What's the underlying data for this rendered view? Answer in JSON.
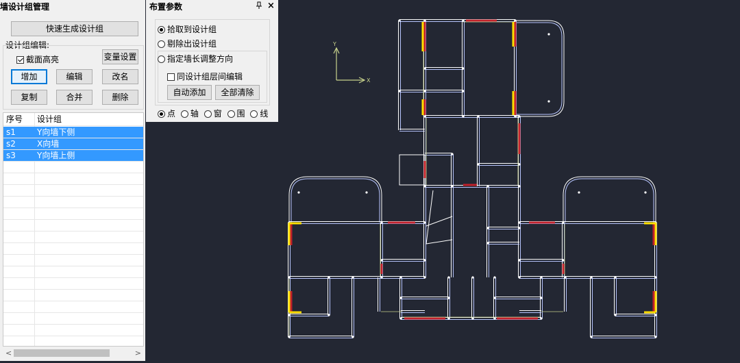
{
  "left_panel": {
    "title": "墙设计组管理",
    "quick_generate": "快速生成设计组",
    "edit_group_label": "设计组编辑:",
    "highlight_checkbox": "截面高亮",
    "variable_settings": "变量设置",
    "buttons": {
      "add": "增加",
      "edit": "编辑",
      "rename": "改名",
      "copy": "复制",
      "merge": "合并",
      "delete": "删除"
    },
    "table": {
      "headers": [
        "序号",
        "设计组"
      ],
      "rows": [
        {
          "id": "s1",
          "name": "Y向墙下侧"
        },
        {
          "id": "s2",
          "name": "X向墙"
        },
        {
          "id": "s3",
          "name": "Y向墙上侧"
        }
      ]
    }
  },
  "right_panel": {
    "title": "布置参数",
    "pin": "ᵃ",
    "close": "×",
    "radio_pick": "拾取到设计组",
    "radio_remove": "剔除出设计组",
    "radio_direction": "指定墙长调整方向",
    "same_layer_checkbox": "同设计组层间编辑",
    "auto_add": "自动添加",
    "clear_all": "全部清除",
    "mode_options": [
      "点",
      "轴",
      "窗",
      "围",
      "线"
    ]
  },
  "cad": {
    "axis_y": "Y",
    "axis_x": "X",
    "colors": {
      "background": "#232733",
      "wall": "#ffffff",
      "axis": "#c8d28c",
      "red": "#c0202a",
      "yellow": "#ffe000"
    }
  }
}
